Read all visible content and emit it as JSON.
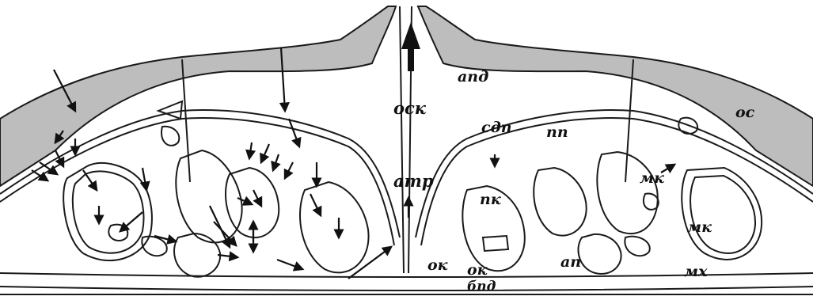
{
  "labels": {
    "apd": "апд",
    "osk": "оск",
    "sdp": "сдп",
    "pp": "пп",
    "os": "ос",
    "atr": "атр",
    "pk": "пк",
    "mk_upper": "мк",
    "mk_lower": "мк",
    "ap": "ап",
    "ok_left": "ок",
    "ok_right": "ок",
    "bpd": "бпд",
    "mkh": "мх"
  },
  "colors": {
    "fill_gray": "#bdbdbd",
    "stroke": "#1a1a1a",
    "background": "#ffffff"
  },
  "icons": [
    "arrow-icon",
    "large-up-arrow-icon"
  ]
}
